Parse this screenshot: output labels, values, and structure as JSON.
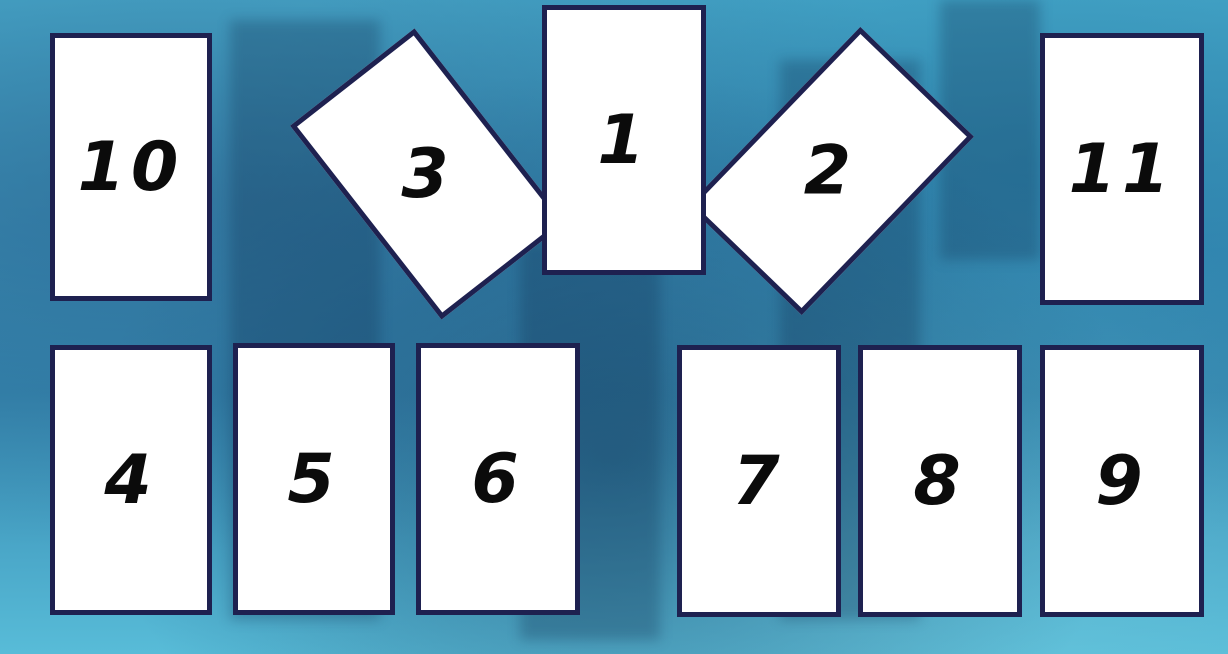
{
  "spread": {
    "cards": [
      {
        "id": "card-1",
        "label": "1"
      },
      {
        "id": "card-2",
        "label": "2"
      },
      {
        "id": "card-3",
        "label": "3"
      },
      {
        "id": "card-4",
        "label": "4"
      },
      {
        "id": "card-5",
        "label": "5"
      },
      {
        "id": "card-6",
        "label": "6"
      },
      {
        "id": "card-7",
        "label": "7"
      },
      {
        "id": "card-8",
        "label": "8"
      },
      {
        "id": "card-9",
        "label": "9"
      },
      {
        "id": "card-10",
        "label": "10"
      },
      {
        "id": "card-11",
        "label": "11"
      }
    ]
  },
  "colors": {
    "card_fill": "#ffffff",
    "card_border": "#1e2150",
    "background": "#3b93bd"
  }
}
